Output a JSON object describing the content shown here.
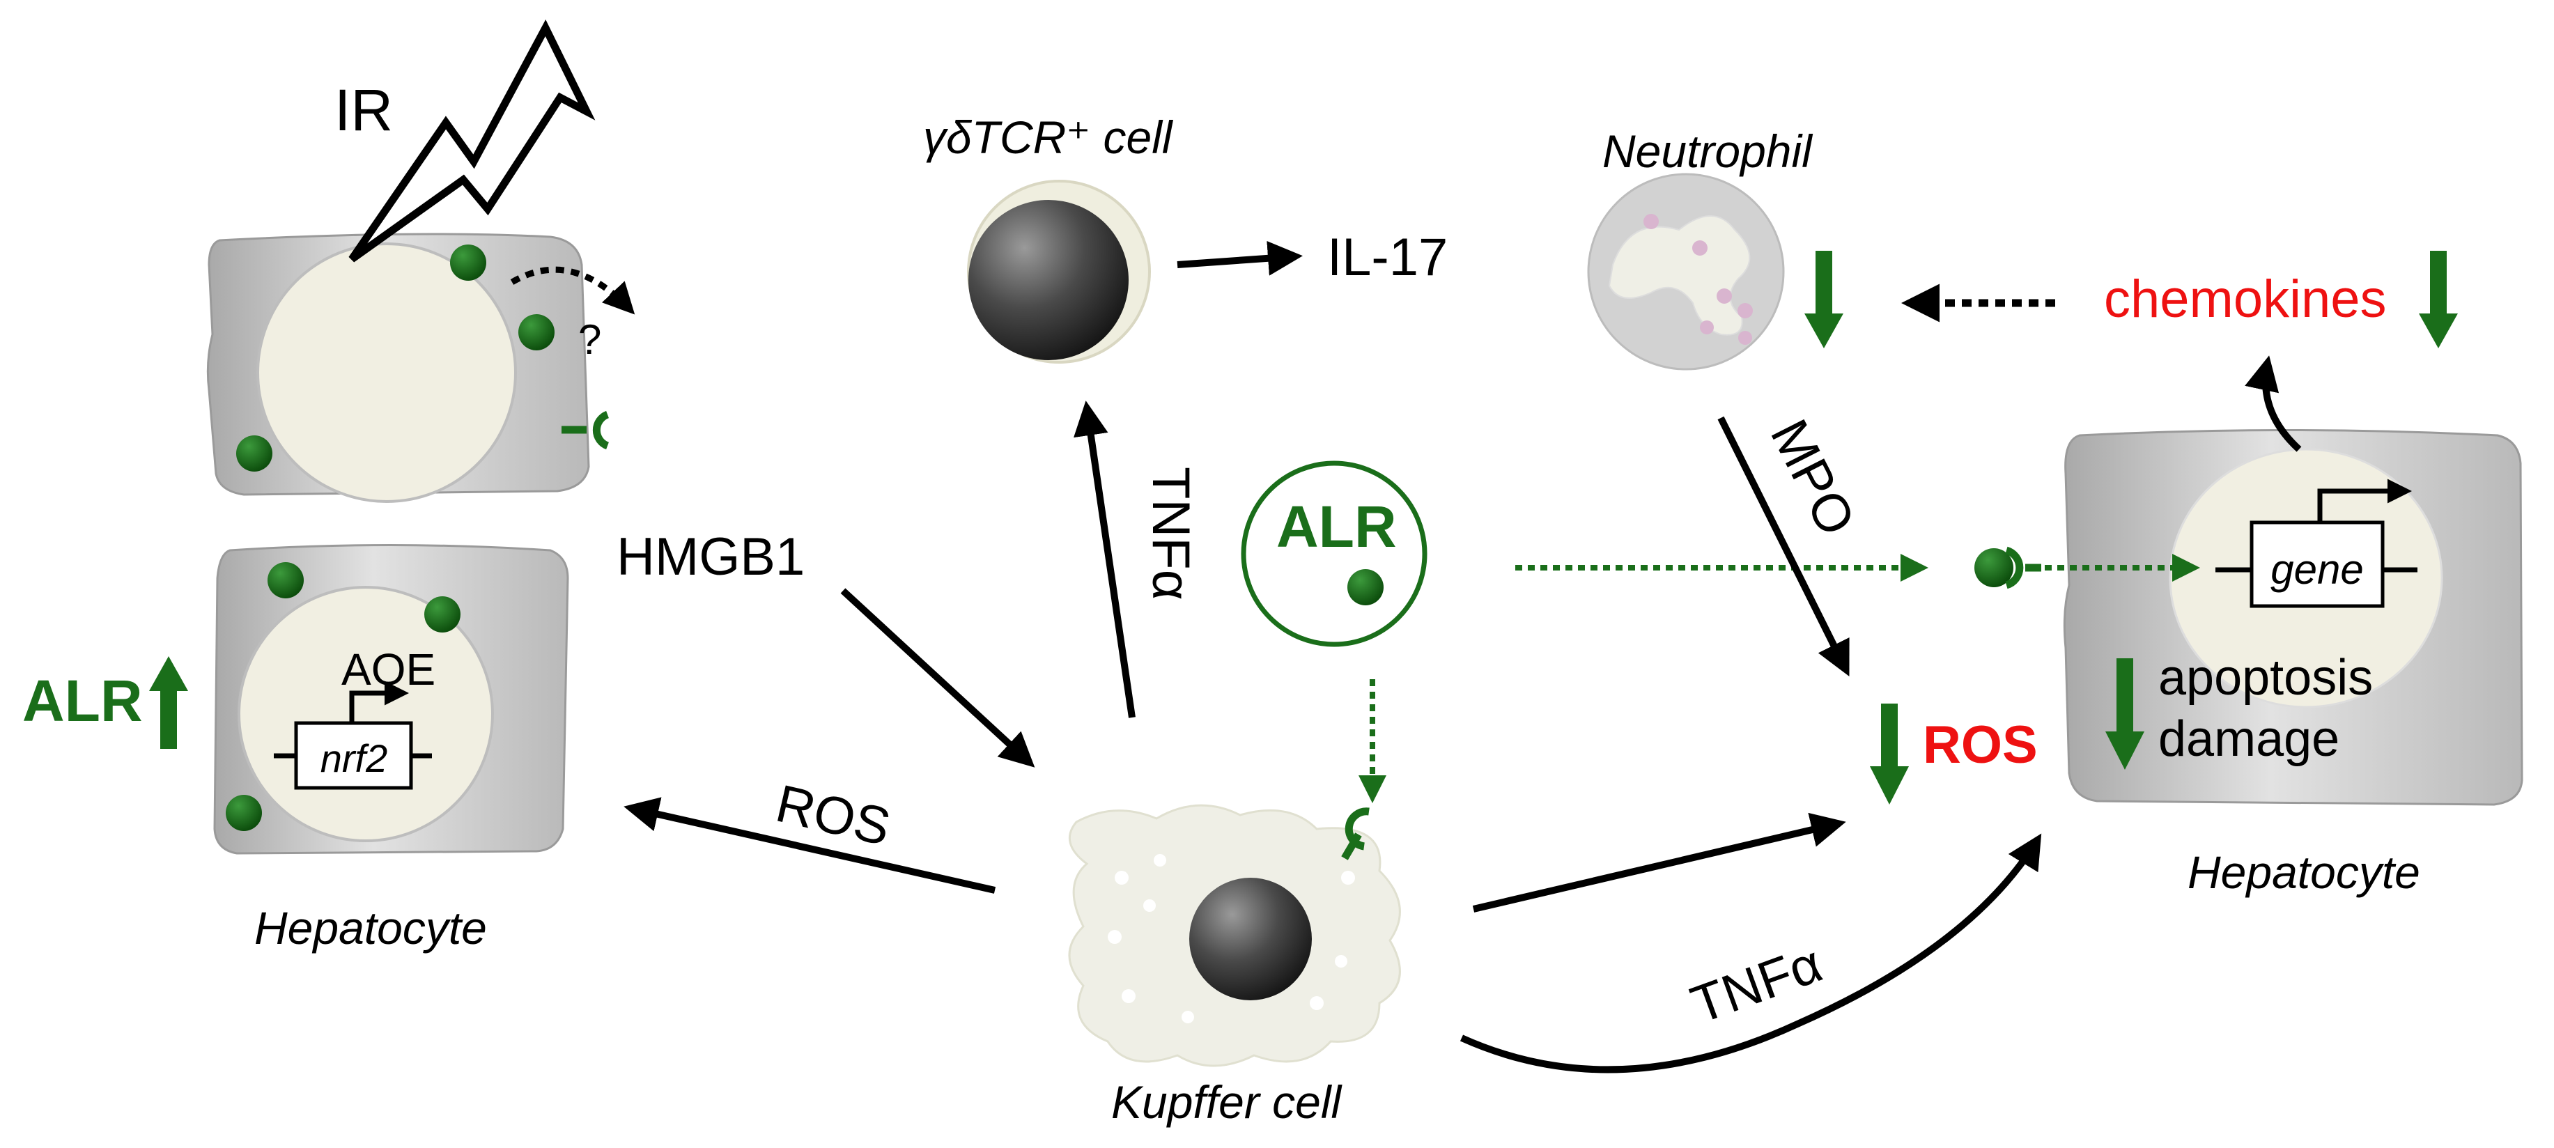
{
  "labels": {
    "ir": "IR",
    "question": "?",
    "alr_left": "ALR",
    "aoe": "AOE",
    "nrf2": "nrf2",
    "hepatocyte_left": "Hepatocyte",
    "hmgb1": "HMGB1",
    "ros_left": "ROS",
    "gdtcr_cell": "γδTCR⁺ cell",
    "il17": "IL-17",
    "tnfa_vertical": "TNFα",
    "alr_center": "ALR",
    "kupffer": "Kupffer cell",
    "neutrophil": "Neutrophil",
    "mpo": "MPO",
    "chemokines": "chemokines",
    "gene": "gene",
    "apoptosis": "apoptosis",
    "damage": "damage",
    "ros_right": "ROS",
    "tnfa_curve": "TNFα",
    "hepatocyte_right": "Hepatocyte"
  },
  "colors": {
    "alr_green": "#1a6e1a",
    "red_text": "#ee1111",
    "cell_gray": "#cfcfcf",
    "nucleus_cream": "#f1efe2"
  }
}
